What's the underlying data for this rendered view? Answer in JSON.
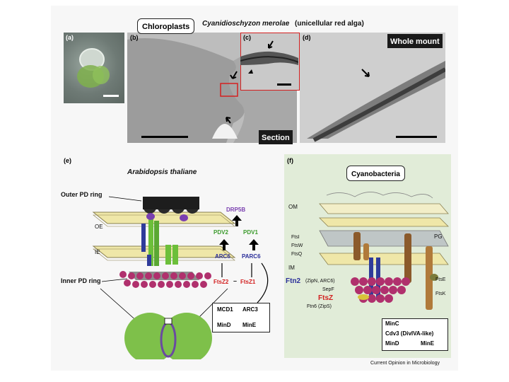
{
  "top": {
    "chloroplasts_label": "Chloroplasts",
    "species": "Cyanidioschyzon merolae",
    "species_note": "(unicellular red alga)",
    "panel_a": "(a)",
    "panel_b": "(b)",
    "panel_c": "(c)",
    "panel_d": "(d)",
    "whole_mount": "Whole mount",
    "section": "Section"
  },
  "panel_e": {
    "letter": "(e)",
    "title": "Arabidopsis thaliane",
    "outer_pd_ring": "Outer PD ring",
    "inner_pd_ring": "Inner PD ring",
    "oe": "OE",
    "ie": "IE",
    "pathway": {
      "drp5b": "DRP5B",
      "pdv2": "PDV2",
      "pdv1": "PDV1",
      "arc6": "ARC6",
      "parc6": "PARC6",
      "ftsz2": "FtsZ2",
      "ftsz1": "FtsZ1",
      "mcd1": "MCD1",
      "arc3": "ARC3",
      "mind": "MinD",
      "mine": "MinE"
    }
  },
  "panel_f": {
    "letter": "(f)",
    "title": "Cyanobacteria",
    "om": "OM",
    "pg": "PG",
    "im": "IM",
    "ftsi": "FtsI",
    "ftsw": "FtsW",
    "ftsq": "FtsQ",
    "ftn2": "Ftn2",
    "ftn2_note": "(ZipN, ARC6)",
    "sepf": "SepF",
    "ftsz": "FtsZ",
    "ftn6": "Ftn6 (ZipS)",
    "ftse": "FtsE",
    "ftsk": "FtsK",
    "legend": {
      "minc": "MinC",
      "cdv3": "Cdv3 (DivIVA-like)",
      "mind": "MinD",
      "mine": "MinE"
    }
  },
  "footer": "Current Opinion in Microbiology",
  "colors": {
    "yellow_membrane": "#efe7a8",
    "green": "#6cbf3a",
    "blue": "#2f3b9a",
    "purple": "#7a3fb0",
    "magenta": "#b0306d",
    "red_text": "#d21f1f",
    "green_text": "#3a9a2a",
    "blue_text": "#2b2f9a"
  }
}
